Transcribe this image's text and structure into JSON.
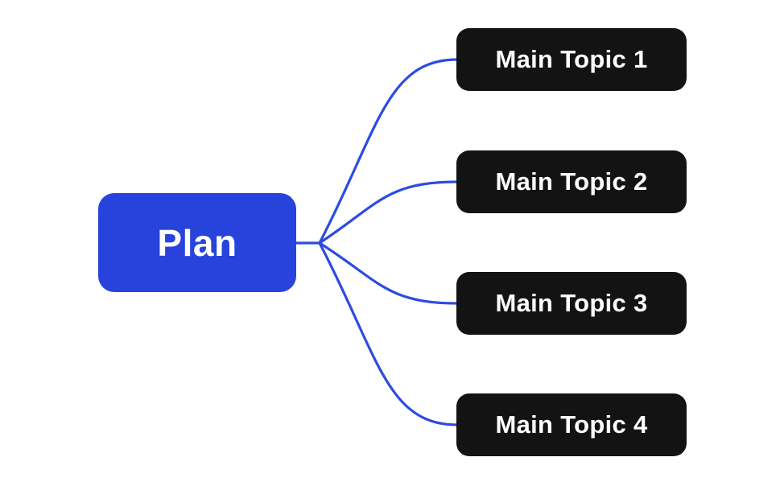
{
  "colors": {
    "canvas_bg": "#ffffff",
    "root_fill": "#2743db",
    "topic_fill": "#131313",
    "connector": "#2c4be0",
    "node_text": "#ffffff"
  },
  "root": {
    "label": "Plan"
  },
  "topics": [
    {
      "label": "Main Topic 1"
    },
    {
      "label": "Main Topic 2"
    },
    {
      "label": "Main Topic 3"
    },
    {
      "label": "Main Topic 4"
    }
  ]
}
